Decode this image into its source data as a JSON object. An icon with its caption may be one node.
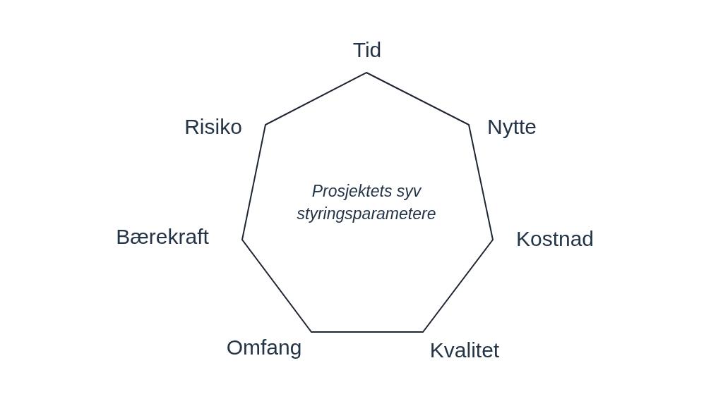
{
  "diagram": {
    "nodes": [
      {
        "text": [
          "Prosjektets syv styringsparametere"
        ],
        "beside": [
          "Tid",
          "Nytte",
          "Kostnad",
          "Kvalitet",
          "Omfang",
          "Bærekraft",
          "Risiko"
        ]
      }
    ]
  }
}
